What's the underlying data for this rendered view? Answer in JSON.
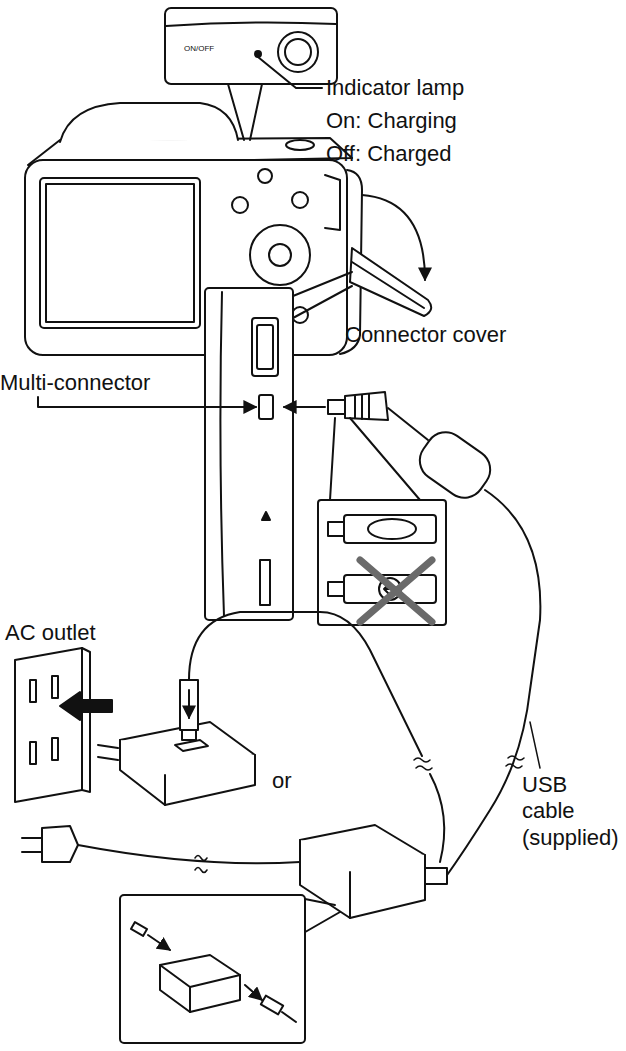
{
  "diagram": {
    "labels": [
      "ON/OFF",
      "Indicator lamp",
      "On: Charging",
      "Off: Charged",
      "Connector cover",
      "Multi-connector",
      "AC outlet",
      "or",
      "USB cable (supplied)"
    ]
  }
}
